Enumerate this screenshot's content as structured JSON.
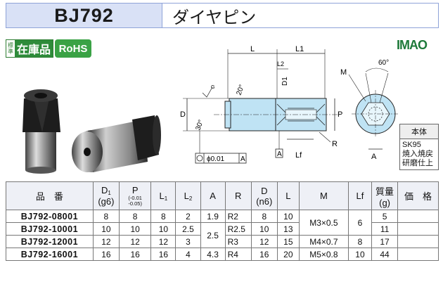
{
  "header": {
    "code": "BJ792",
    "name": "ダイヤピン"
  },
  "badges": {
    "stock_small": "標準",
    "stock_label": "在庫品",
    "rohs": "RoHS"
  },
  "logo": "IMAO",
  "drawing": {
    "labels": {
      "L": "L",
      "L1": "L1",
      "L2": "L2",
      "D1": "D1",
      "D": "D",
      "P": "P",
      "A": "A",
      "R": "R",
      "Lf": "Lf",
      "M": "M",
      "angle20": "20°",
      "angle30": "30°",
      "angle60": "60°",
      "runout": "ϕ0.01",
      "runout_ref": "A",
      "roughness": "G"
    }
  },
  "material": {
    "title": "本体",
    "lines": [
      "SK95",
      "焼入焼戻",
      "研磨仕上"
    ]
  },
  "table": {
    "headers": {
      "code": "品　番",
      "d1": "D",
      "d1_sub": "1",
      "d1_fit": "(g6)",
      "p": "P",
      "p_tol_upper": "-0.01",
      "p_tol_lower": "-0.05",
      "l1": "L",
      "l1_sub": "1",
      "l2": "L",
      "l2_sub": "2",
      "a": "A",
      "r": "R",
      "d": "D",
      "d_fit": "(n6)",
      "l": "L",
      "m": "M",
      "lf": "Lf",
      "mass": "質量",
      "mass_unit": "(g)",
      "price": "価　格"
    },
    "rows": [
      {
        "code": "BJ792-08001",
        "d1": "8",
        "p": "8",
        "l1": "8",
        "l2": "2",
        "a": "1.9",
        "r": "R2",
        "d": "8",
        "l": "10",
        "m": "M3×0.5",
        "lf": "6",
        "mass": "5"
      },
      {
        "code": "BJ792-10001",
        "d1": "10",
        "p": "10",
        "l1": "10",
        "l2": "2.5",
        "a": "2.5",
        "r": "R2.5",
        "d": "10",
        "l": "13",
        "m": "",
        "lf": "",
        "mass": "11"
      },
      {
        "code": "BJ792-12001",
        "d1": "12",
        "p": "12",
        "l1": "12",
        "l2": "3",
        "a": "",
        "r": "R3",
        "d": "12",
        "l": "15",
        "m": "M4×0.7",
        "lf": "8",
        "mass": "17"
      },
      {
        "code": "BJ792-16001",
        "d1": "16",
        "p": "16",
        "l1": "16",
        "l2": "4",
        "a": "4.3",
        "r": "R4",
        "d": "16",
        "l": "20",
        "m": "M5×0.8",
        "lf": "10",
        "mass": "44"
      }
    ]
  }
}
